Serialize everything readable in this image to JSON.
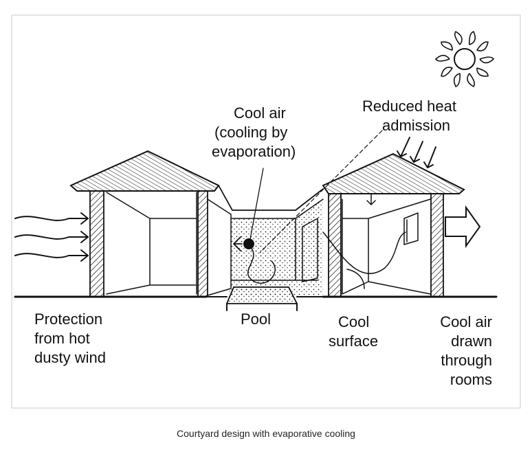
{
  "labels": {
    "cool_air_line1": "Cool air",
    "cool_air_line2": "(cooling by",
    "cool_air_line3": "evaporation)",
    "reduced_heat_line1": "Reduced heat",
    "reduced_heat_line2": "admission",
    "protection_line1": "Protection",
    "protection_line2": "from hot",
    "protection_line3": "dusty wind",
    "pool": "Pool",
    "cool_surface_line1": "Cool",
    "cool_surface_line2": "surface",
    "drawn_line1": "Cool air",
    "drawn_line2": "drawn",
    "drawn_line3": "through",
    "drawn_line4": "rooms"
  },
  "caption": "Courtyard design with evaporative cooling",
  "icons": [
    "sun-icon",
    "wind-arrows-icon",
    "heat-arrows-icon",
    "outflow-arrow-icon"
  ],
  "colors": {
    "ink": "#111111",
    "frame": "#c8c8c8",
    "background": "#ffffff"
  }
}
